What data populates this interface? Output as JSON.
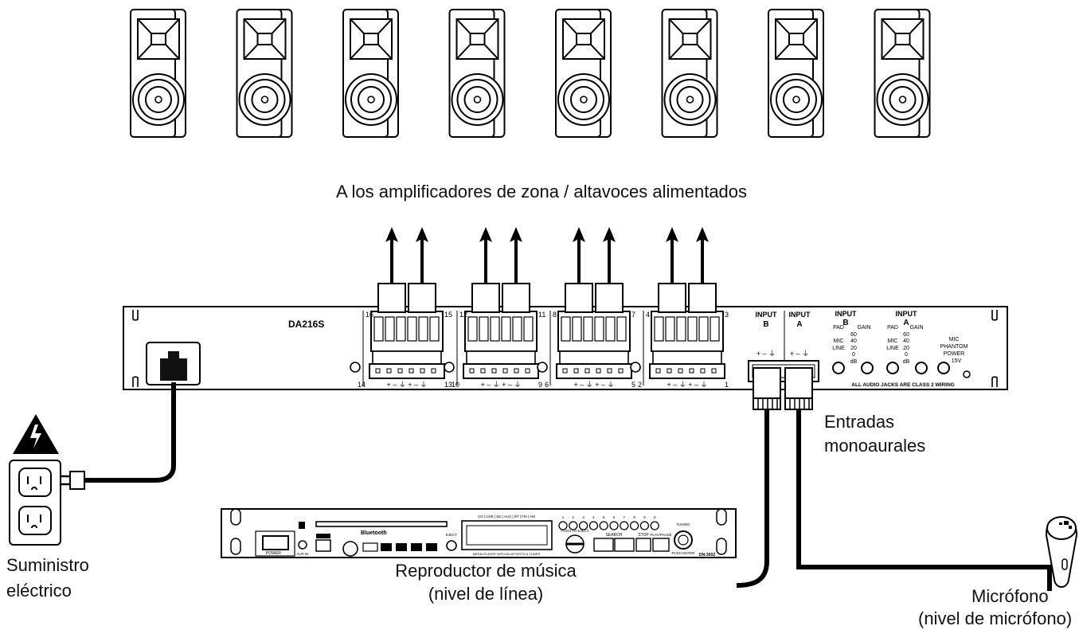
{
  "captions": {
    "speakers": "A los amplificadores de zona / altavoces alimentados",
    "inputs_line1": "Entradas",
    "inputs_line2": "monoaurales",
    "power_line1": "Suministro",
    "power_line2": "eléctrico",
    "player_line1": "Reproductor de música",
    "player_line2": "(nivel de línea)",
    "mic_line1": "Micrófono",
    "mic_line2": "(nivel de micrófono)"
  },
  "distributor": {
    "model": "DA216S",
    "output_numbers_top": [
      "16",
      "15",
      "12",
      "11",
      "8",
      "7",
      "4",
      "3"
    ],
    "output_numbers_bottom": [
      "14",
      "13",
      "10",
      "9",
      "6",
      "5",
      "2",
      "1"
    ],
    "pin_labels": "+ – ⏚ + – ⏚",
    "input_b_label": "INPUT",
    "input_b_letter": "B",
    "input_a_label": "INPUT",
    "input_a_letter": "A",
    "input_pins": "+ – ⏚",
    "pad_label": "PAD",
    "gain_label": "GAIN",
    "mic_label": "MIC",
    "line_label": "LINE",
    "gain_values": [
      "60",
      "40",
      "20",
      "0"
    ],
    "db_label": "dB",
    "phantom_lines": [
      "MIC",
      "PHANTOM",
      "POWER",
      "15V"
    ],
    "class2_note": "ALL AUDIO JACKS ARE CLASS 2 WIRING"
  },
  "player": {
    "model": "DN-300Z",
    "power_label": "POWER",
    "aux_label": "AUX IN",
    "bluetooth_label": "Bluetooth",
    "eject_label": "EJECT",
    "search_label": "SEARCH",
    "stop_label": "STOP",
    "play_label": "PLAY/PAUSE",
    "push_eject_label": "PUSH TO EJECT",
    "push_enter_label": "PUSH ENTER",
    "tuning_label": "TUNING",
    "preset_numbers": [
      "1",
      "2",
      "3",
      "4",
      "5",
      "6",
      "7",
      "8",
      "9",
      "0"
    ],
    "display_caption": "CD | USB | SD | AUX | BT | FM | AM",
    "bottom_caption": "MEDIA PLAYER WITH BLUETOOTH & TUNER"
  },
  "speaker_count": 8
}
